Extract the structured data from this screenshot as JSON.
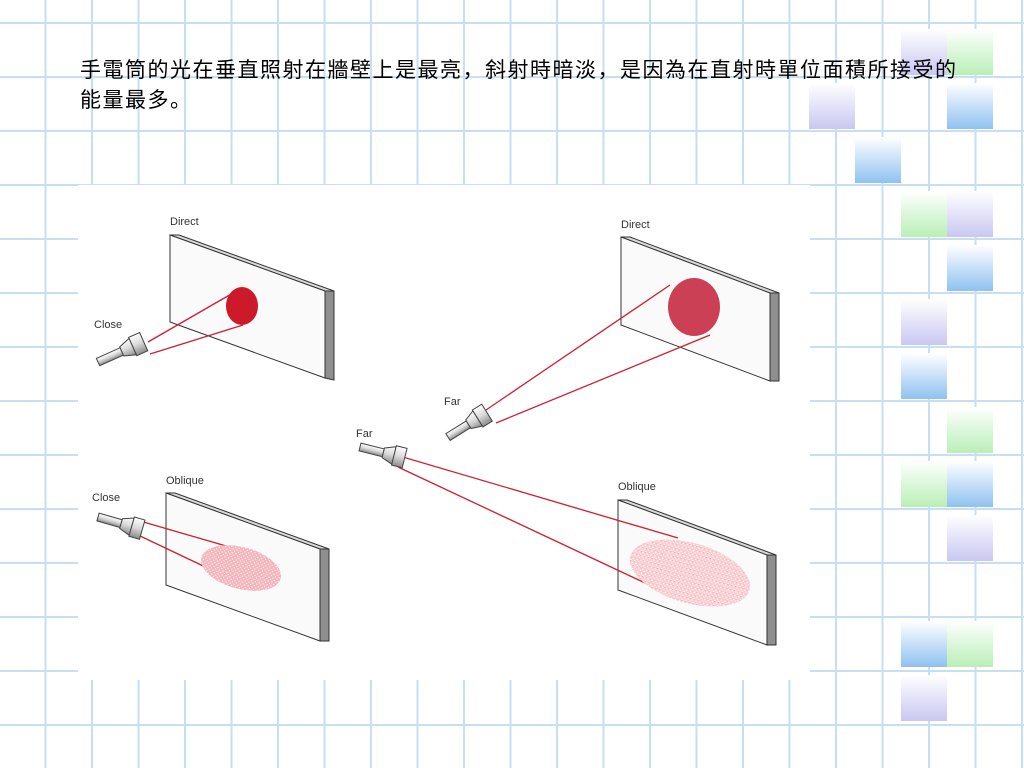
{
  "slide": {
    "caption": "手電筒的光在垂直照射在牆壁上是最亮，斜射時暗淡，是因為在直射時單位面積所接受的能量最多。"
  },
  "figure": {
    "top_left": {
      "wall_label": "Direct",
      "distance_label": "Close"
    },
    "top_right": {
      "wall_label": "Direct",
      "distance_label": "Far"
    },
    "bottom_left": {
      "wall_label": "Oblique",
      "distance_label": "Close"
    },
    "bottom_right": {
      "wall_label": "Oblique",
      "distance_label": "Far"
    }
  },
  "colors": {
    "grid_line": "#c7dff2",
    "beam": "#cc2030",
    "spot_intense": "#cc1a2a",
    "spot_medium": "#cc4055",
    "spot_faint": "#f08a96",
    "spot_very_faint": "#f7c3c8"
  }
}
